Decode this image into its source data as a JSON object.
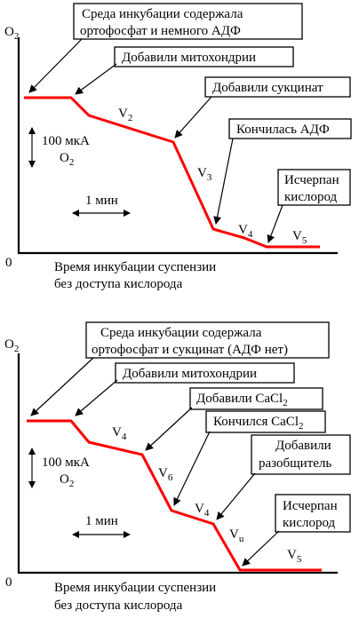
{
  "panels": [
    {
      "y_axis_label": "O",
      "y_axis_sub": "2",
      "origin": "0",
      "x_caption_line1": "Время инкубации суспензии",
      "x_caption_line2": "без доступа кислорода",
      "scale_conc": "100 мкА",
      "scale_o": "O",
      "scale_o_sub": "2",
      "scale_time": "1 мин",
      "callouts": [
        {
          "line1": "Среда инкубации содержала",
          "line2": "ортофосфат и немного АДФ"
        },
        {
          "line1": "Добавили митохондрии"
        },
        {
          "line1": "Добавили сукцинат"
        },
        {
          "line1": "Кончилась АДФ"
        },
        {
          "line1": "Исчерпан",
          "line2": "кислород"
        }
      ],
      "rates": [
        {
          "v": "V",
          "sub": "2"
        },
        {
          "v": "V",
          "sub": "3"
        },
        {
          "v": "V",
          "sub": "4"
        },
        {
          "v": "V",
          "sub": "5"
        }
      ]
    },
    {
      "y_axis_label": "O",
      "y_axis_sub": "2",
      "origin": "0",
      "x_caption_line1": "Время инкубации суспензии",
      "x_caption_line2": "без доступа кислорода",
      "scale_conc": "100 мкА",
      "scale_o": "O",
      "scale_o_sub": "2",
      "scale_time": "1 мин",
      "callouts": [
        {
          "line1": "Среда инкубации содержала",
          "line2": "ортофосфат и сукцинат (АДФ нет)"
        },
        {
          "line1": "Добавили митохондрии"
        },
        {
          "line1": "Добавили CaCl",
          "sub": "2"
        },
        {
          "line1": "Кончился CaCl",
          "sub": "2"
        },
        {
          "line1": "Добавили",
          "line2": "разобщитель"
        },
        {
          "line1": "Исчерпан",
          "line2": "кислород"
        }
      ],
      "rates": [
        {
          "v": "V",
          "sub": "4"
        },
        {
          "v": "V",
          "sub": "6"
        },
        {
          "v": "V",
          "sub": "4"
        },
        {
          "v": "V",
          "sub": "u"
        },
        {
          "v": "V",
          "sub": "5"
        }
      ]
    }
  ]
}
